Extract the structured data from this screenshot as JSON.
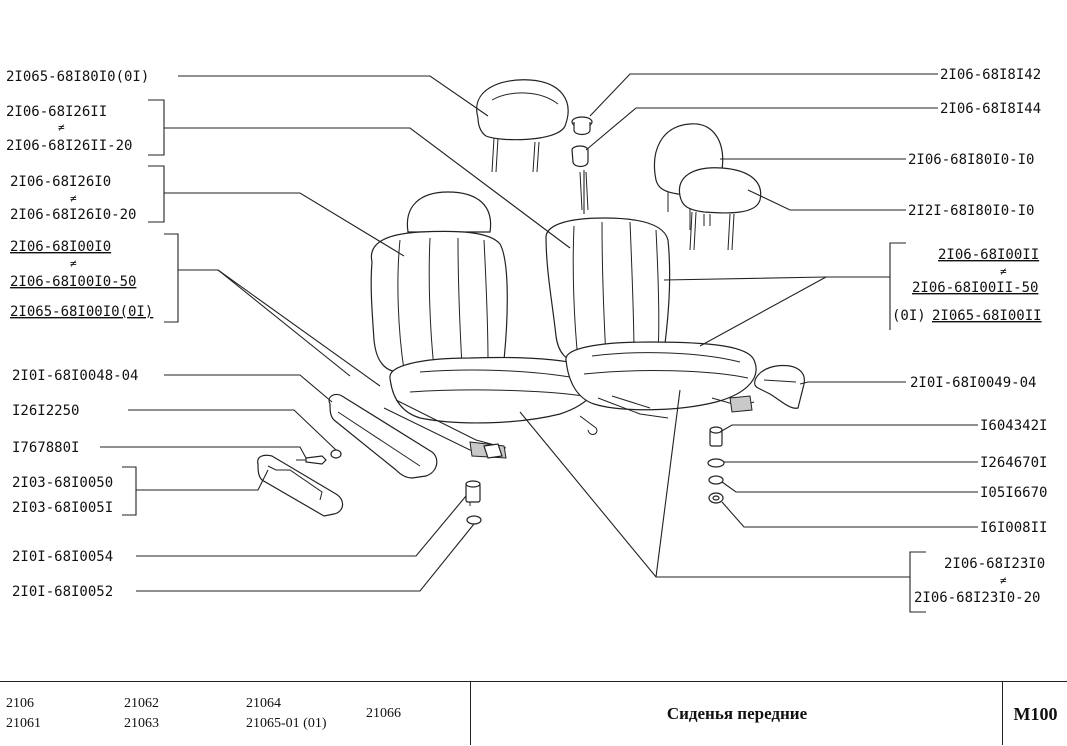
{
  "parts_left": {
    "p1": "2I065-68I80I0(0I)",
    "p2a": "2I06-68I26II",
    "p2b": "2I06-68I26II-20",
    "p3a": "2I06-68I26I0",
    "p3b": "2I06-68I26I0-20",
    "p4a": "2I06-68I00I0",
    "p4b": "2I06-68I00I0-50",
    "p4c": "2I065-68I00I0(0I)",
    "p5": "2I0I-68I0048-04",
    "p6": "I26I2250",
    "p7": "I767880I",
    "p8a": "2I03-68I0050",
    "p8b": "2I03-68I005I",
    "p9": "2I0I-68I0054",
    "p10": "2I0I-68I0052"
  },
  "parts_right": {
    "r1": "2I06-68I8I42",
    "r2": "2I06-68I8I44",
    "r3": "2I06-68I80I0-I0",
    "r4": "2I2I-68I80I0-I0",
    "r5a": "2I06-68I00II",
    "r5b": "2I06-68I00II-50",
    "r5c_prefix": "(0I)",
    "r5c": "2I065-68I00II",
    "r6": "2I0I-68I0049-04",
    "r7": "I604342I",
    "r8": "I264670I",
    "r9": "I05I6670",
    "r10": "I6I008II",
    "r11a": "2I06-68I23I0",
    "r11b": "2I06-68I23I0-20"
  },
  "not_equal_symbol": "≠",
  "title_block": {
    "models": {
      "c1a": "2106",
      "c1b": "21061",
      "c2a": "21062",
      "c2b": "21063",
      "c3a": "21064",
      "c3b": "21065-01 (01)",
      "c4": "21066"
    },
    "title": "Сиденья передние",
    "code": "M100"
  }
}
